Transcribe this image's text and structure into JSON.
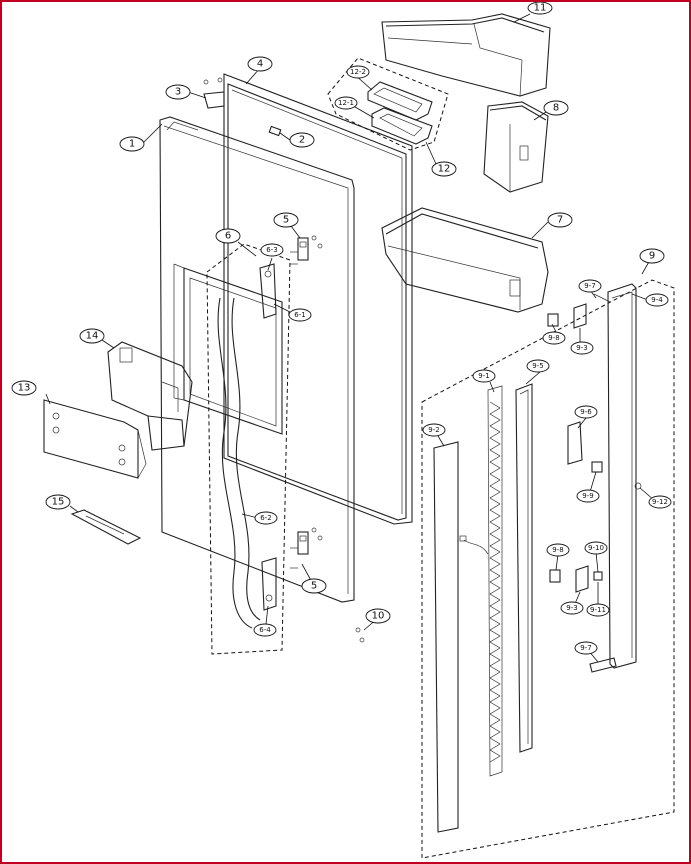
{
  "callouts": {
    "c1": "1",
    "c2": "2",
    "c3": "3",
    "c4": "4",
    "c5a": "5",
    "c5b": "5",
    "c6": "6",
    "c6_1": "6-1",
    "c6_2": "6-2",
    "c6_3": "6-3",
    "c6_4": "6-4",
    "c7": "7",
    "c8": "8",
    "c9": "9",
    "c9_1": "9-1",
    "c9_2": "9-2",
    "c9_3a": "9-3",
    "c9_3b": "9-3",
    "c9_4": "9-4",
    "c9_5": "9-5",
    "c9_6": "9-6",
    "c9_7a": "9-7",
    "c9_7b": "9-7",
    "c9_8a": "9-8",
    "c9_8b": "9-8",
    "c9_9": "9-9",
    "c9_10": "9-10",
    "c9_11": "9-11",
    "c9_12": "9-12",
    "c10": "10",
    "c11": "11",
    "c12": "12",
    "c12_1": "12-1",
    "c12_2": "12-2",
    "c13": "13",
    "c14": "14",
    "c15": "15"
  },
  "colors": {
    "frame_border": "#c0001f",
    "line": "#222222"
  }
}
